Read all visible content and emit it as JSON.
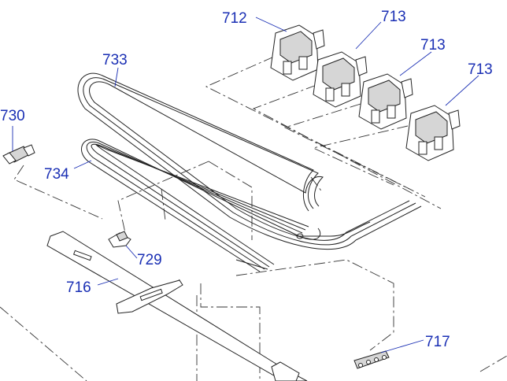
{
  "callouts": {
    "p712": "712",
    "p713a": "713",
    "p713b": "713",
    "p713c": "713",
    "p733": "733",
    "p730": "730",
    "p734": "734",
    "p729": "729",
    "p716": "716",
    "p717": "717"
  },
  "colors": {
    "callout": "#1a2fb4",
    "line": "#222222"
  }
}
